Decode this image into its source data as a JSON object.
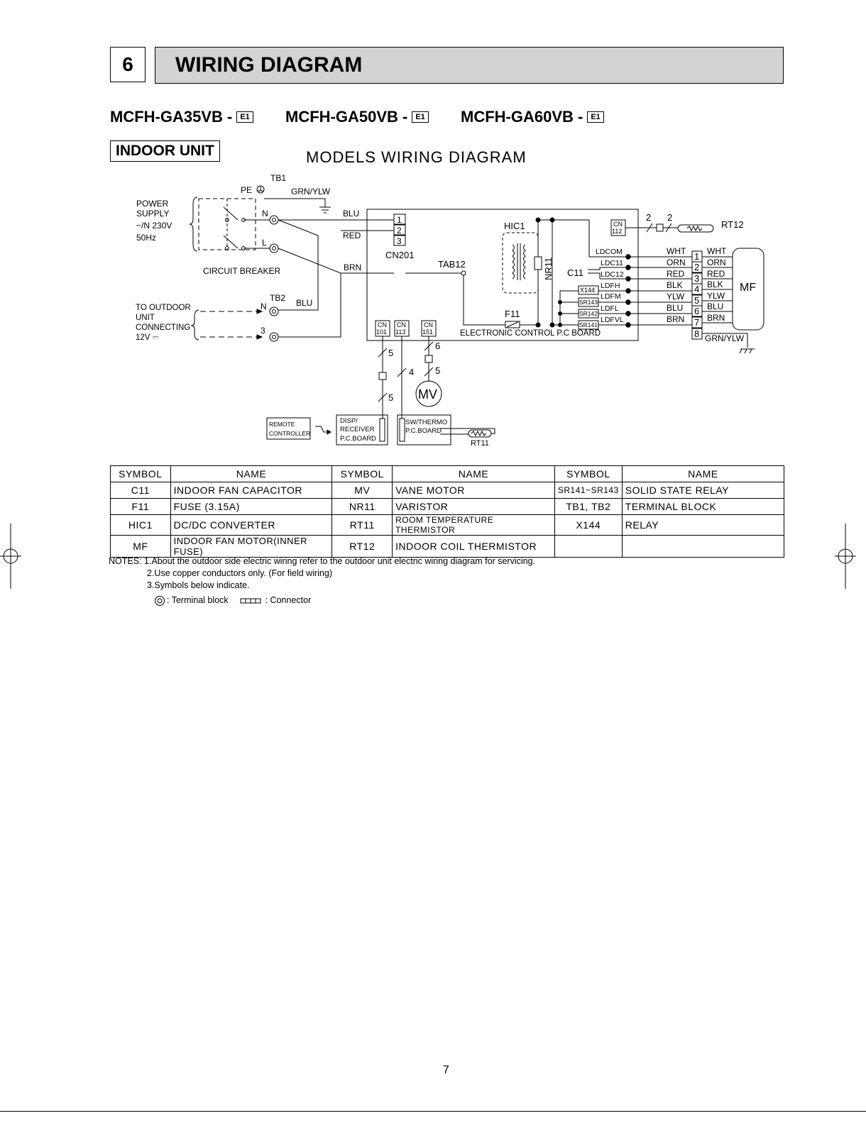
{
  "section": {
    "number": "6",
    "title": "WIRING DIAGRAM"
  },
  "models": [
    {
      "name": "MCFH-GA35VB  -",
      "suffix": "E1"
    },
    {
      "name": "MCFH-GA50VB  -",
      "suffix": "E1"
    },
    {
      "name": "MCFH-GA60VB  -",
      "suffix": "E1"
    }
  ],
  "unit_label": "INDOOR UNIT",
  "diagram_title": "MODELS WIRING DIAGRAM",
  "diagram": {
    "tb1": "TB1",
    "pe": "PE",
    "grn_ylw": "GRN/YLW",
    "power_supply": [
      "POWER",
      "SUPPLY",
      "~/N 230V",
      "50Hz"
    ],
    "n": "N",
    "l": "L",
    "circuit_breaker": "CIRCUIT BREAKER",
    "blu": "BLU",
    "red": "RED",
    "brn": "BRN",
    "pins": [
      "1",
      "2",
      "3"
    ],
    "cn201": "CN201",
    "tab12": "TAB12",
    "tb2": "TB2",
    "tb2_n": "N",
    "tb2_3": "3",
    "tb2_blu": "BLU",
    "to_outdoor": [
      "TO OUTDOOR",
      "UNIT",
      "CONNECTING",
      "12V ⎓"
    ],
    "hic1": "HIC1",
    "nr11": "NR11",
    "c11": "C11",
    "f11": "F11",
    "cn112": [
      "CN",
      "112"
    ],
    "rt12": "RT12",
    "cnt_2a": "2",
    "cnt_2b": "2",
    "ldc_labels": [
      "LDCOM",
      "LDC11",
      "LDC12",
      "LDFH",
      "LDFM",
      "LDFL",
      "LDFVL"
    ],
    "relays": [
      "X144",
      "SR143",
      "SR142",
      "SR141"
    ],
    "wire_colors_left": [
      "WHT",
      "ORN",
      "RED",
      "BLK",
      "YLW",
      "BLU",
      "BRN"
    ],
    "wire_colors_right": [
      "WHT",
      "ORN",
      "RED",
      "BLK",
      "YLW",
      "BLU",
      "BRN"
    ],
    "mf_pins": [
      "1",
      "2",
      "3",
      "4",
      "5",
      "6",
      "7",
      "8"
    ],
    "mf": "MF",
    "mf_grn_ylw": "GRN/YLW",
    "board_label": "ELECTRONIC CONTROL P.C BOARD",
    "cn101": [
      "CN",
      "101"
    ],
    "cn113": [
      "CN",
      "113"
    ],
    "cn151": [
      "CN",
      "151"
    ],
    "count_5a": "5",
    "count_5b": "5",
    "count_4": "4",
    "count_6": "6",
    "count_5c": "5",
    "mv": "MV",
    "remote": [
      "REMOTE",
      "CONTROLLER"
    ],
    "disp": [
      "DISP/",
      "RECEIVER",
      "P.C.BOARD"
    ],
    "swthermo": [
      "SW/THERMO",
      "P.C.BOARD"
    ],
    "rt11": "RT11"
  },
  "symbol_table": {
    "headers": [
      "SYMBOL",
      "NAME",
      "SYMBOL",
      "NAME",
      "SYMBOL",
      "NAME"
    ],
    "rows": [
      [
        "C11",
        "INDOOR FAN CAPACITOR",
        "MV",
        "VANE MOTOR",
        "SR141~SR143",
        "SOLID STATE RELAY"
      ],
      [
        "F11",
        "FUSE (3.15A)",
        "NR11",
        "VARISTOR",
        "TB1, TB2",
        "TERMINAL BLOCK"
      ],
      [
        "HIC1",
        "DC/DC CONVERTER",
        "RT11",
        "ROOM TEMPERATURE THERMISTOR",
        "X144",
        "RELAY"
      ],
      [
        "MF",
        "INDOOR FAN MOTOR(INNER FUSE)",
        "RT12",
        "INDOOR COIL THERMISTOR",
        "",
        ""
      ]
    ]
  },
  "notes": {
    "label": "NOTES:",
    "items": [
      "1.About the outdoor side electric wiring refer to the outdoor unit electric wiring diagram for servicing.",
      "2.Use copper conductors only.  (For field wiring)",
      "3.Symbols below indicate."
    ],
    "legend_terminal": ": Terminal block",
    "legend_connector": ": Connector"
  },
  "page_number": "7"
}
